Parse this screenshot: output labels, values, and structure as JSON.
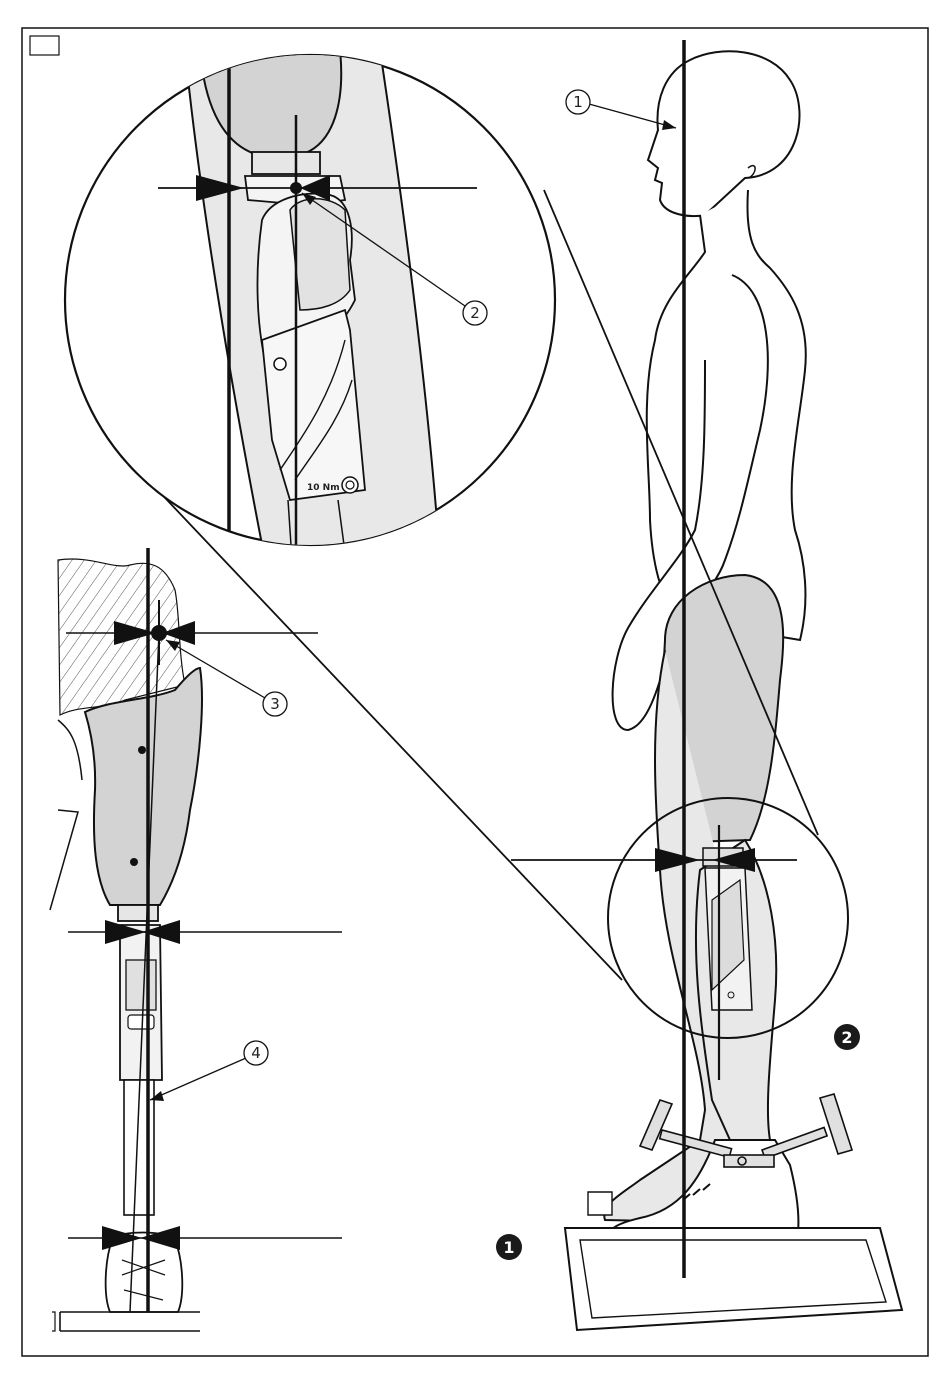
{
  "figure": {
    "callouts": [
      {
        "label": "1",
        "target": "plumb line through head"
      },
      {
        "label": "2",
        "target": "knee joint rotation axis"
      },
      {
        "label": "3",
        "target": "hip joint centre"
      },
      {
        "label": "4",
        "target": "plumb line through pylon"
      }
    ],
    "badges": [
      {
        "label": "1"
      },
      {
        "label": "2"
      }
    ],
    "knee_engraving": "10 Nm",
    "colors": {
      "line": "#111111",
      "socket_fill": "#d3d3d3",
      "leg_fill": "#e8e8e8",
      "badge": "#1a1a1a"
    }
  }
}
